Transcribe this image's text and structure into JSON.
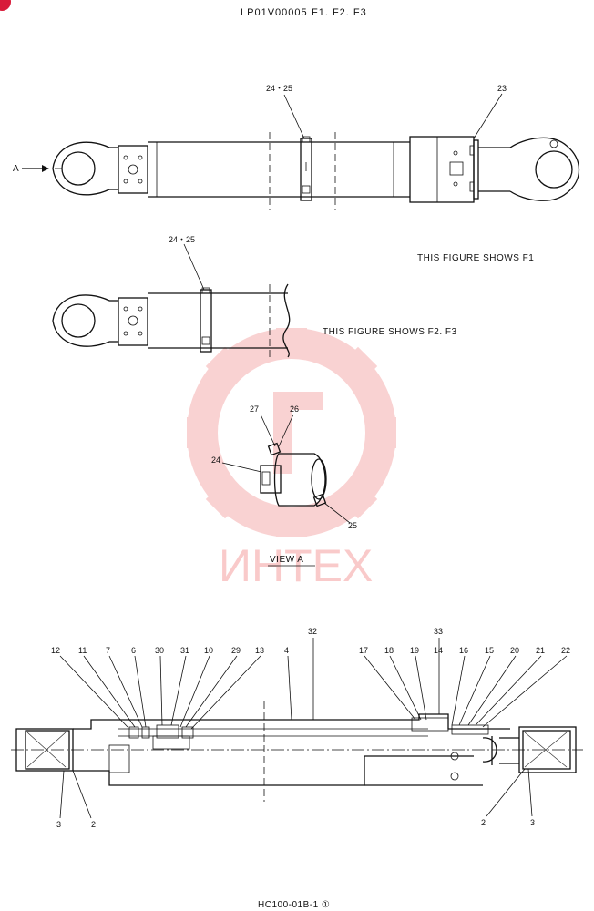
{
  "header": {
    "code": "LP01V00005",
    "variants": "F1. F2. F3"
  },
  "footer": {
    "code": "HC100-01B-1 ①"
  },
  "watermark": {
    "text": "ИНТЕХ",
    "color": "#f08080"
  },
  "figures": {
    "f1_caption": "THIS FIGURE SHOWS   F1",
    "f23_caption": "THIS FIGURE SHOWS   F2. F3",
    "view_caption": "VIEW   A",
    "arrow_label": "A"
  },
  "callouts": {
    "top_clamp": "24・25",
    "top_right": "23",
    "mid_clamp": "24・25",
    "view_27": "27",
    "view_26": "26",
    "view_24": "24",
    "view_25": "25",
    "sec_32": "32",
    "sec_33": "33",
    "sec_12": "12",
    "sec_11": "11",
    "sec_7": "7",
    "sec_6": "6",
    "sec_30": "30",
    "sec_31": "31",
    "sec_10": "10",
    "sec_29": "29",
    "sec_13": "13",
    "sec_4": "4",
    "sec_17": "17",
    "sec_18": "18",
    "sec_19": "19",
    "sec_14": "14",
    "sec_16": "16",
    "sec_15": "15",
    "sec_20": "20",
    "sec_21": "21",
    "sec_22": "22",
    "sec_3_left": "3",
    "sec_2_left": "2",
    "sec_2_right": "2",
    "sec_3_right": "3"
  },
  "colors": {
    "line": "#111111",
    "accent": "#d81b3a"
  }
}
